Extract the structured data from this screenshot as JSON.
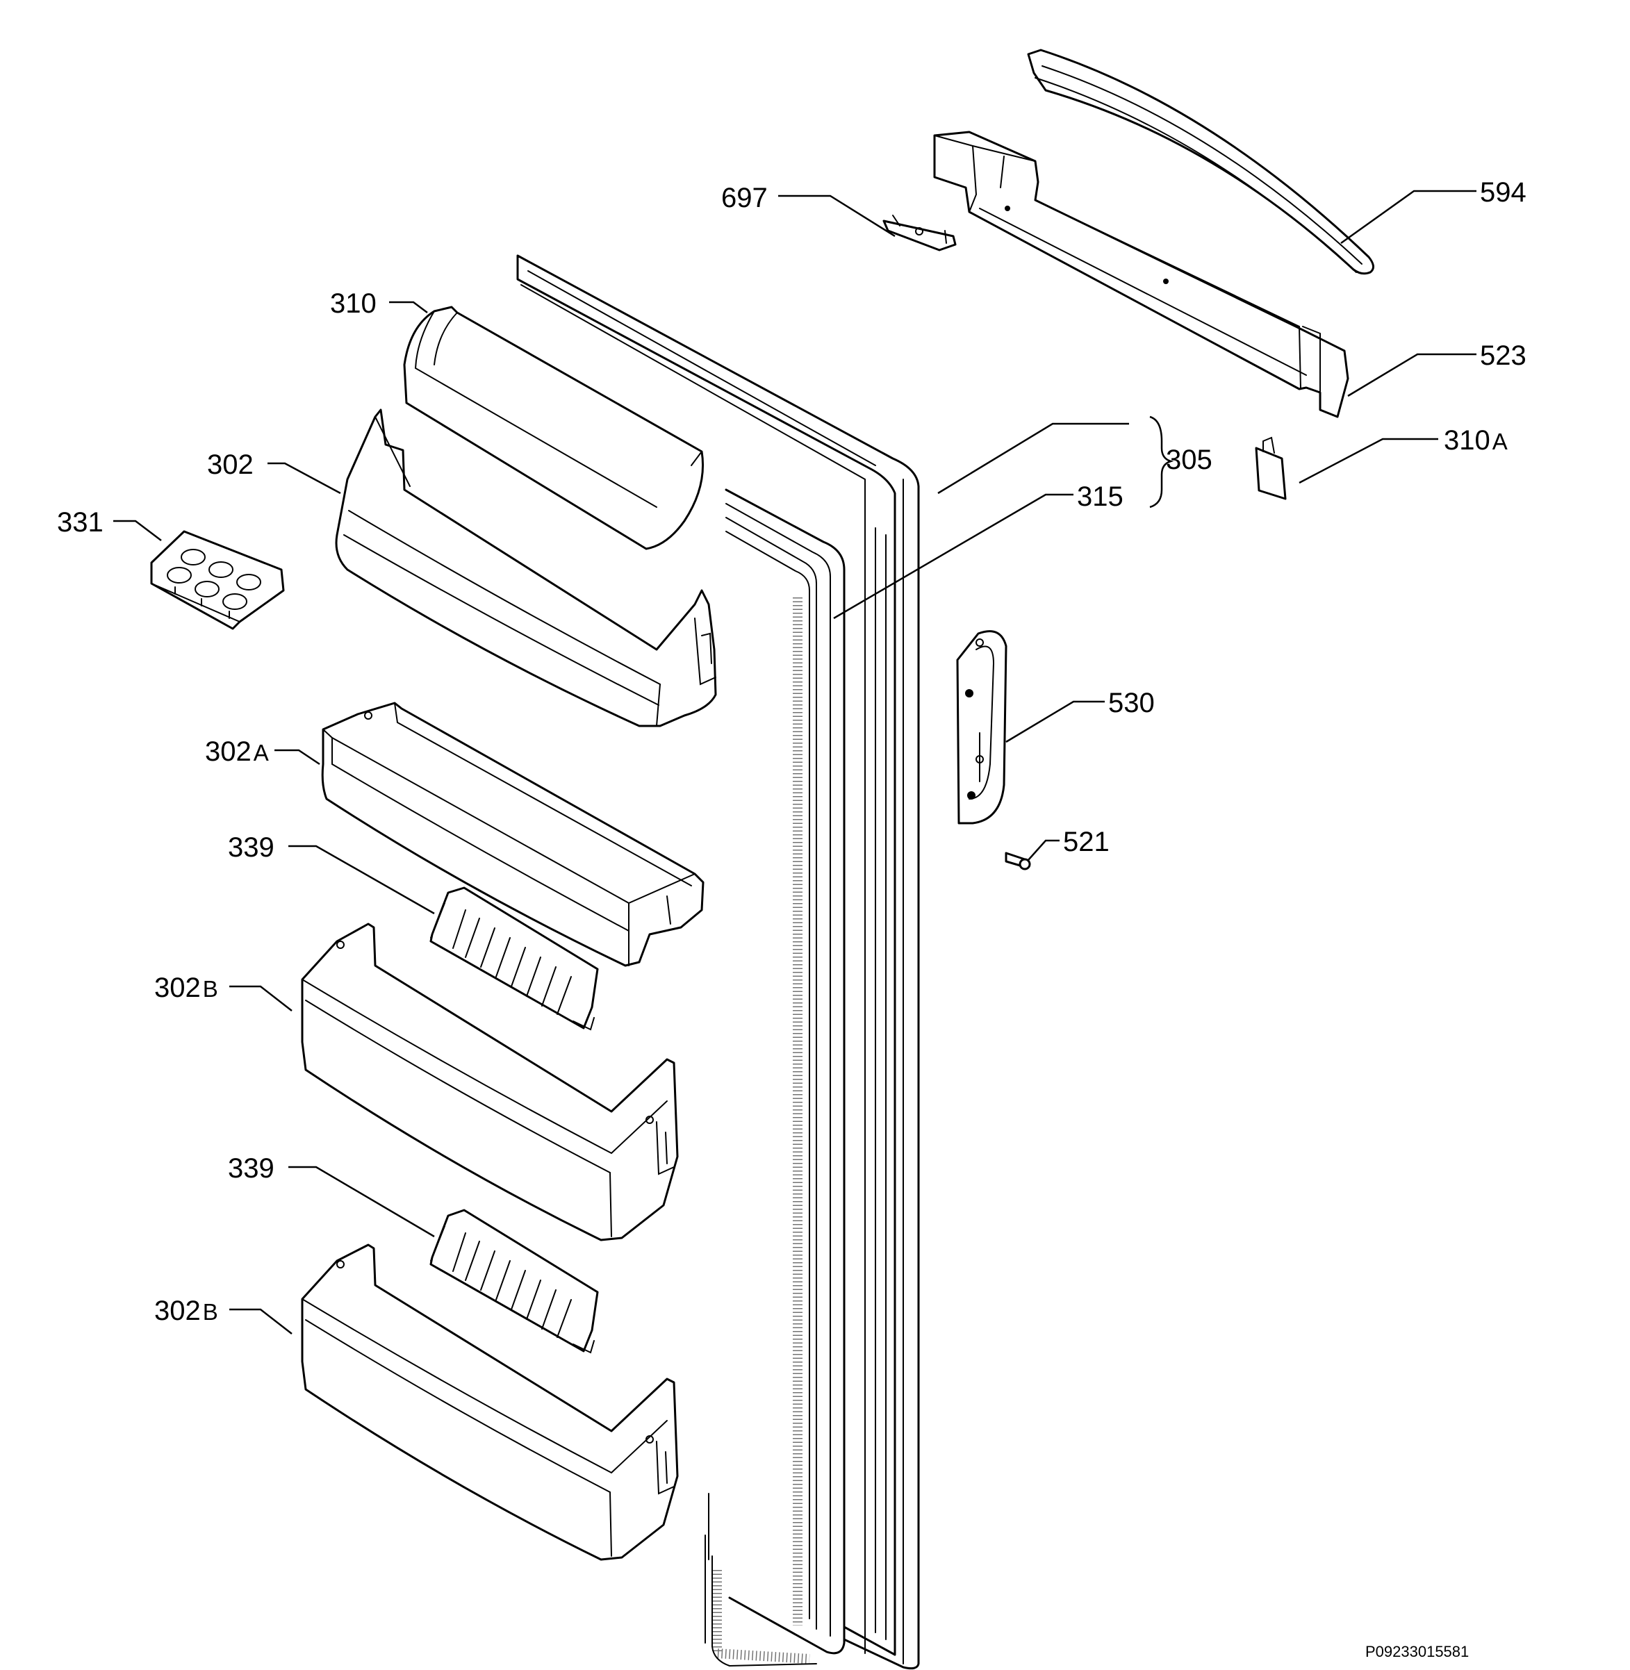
{
  "diagram": {
    "drawing_code": "P09233015581",
    "callouts": [
      {
        "id": "594",
        "number": "594",
        "suffix": ""
      },
      {
        "id": "697",
        "number": "697",
        "suffix": ""
      },
      {
        "id": "523",
        "number": "523",
        "suffix": ""
      },
      {
        "id": "310",
        "number": "310",
        "suffix": ""
      },
      {
        "id": "310a",
        "number": "310",
        "suffix": "A"
      },
      {
        "id": "305",
        "number": "305",
        "suffix": ""
      },
      {
        "id": "315",
        "number": "315",
        "suffix": ""
      },
      {
        "id": "302",
        "number": "302",
        "suffix": ""
      },
      {
        "id": "331",
        "number": "331",
        "suffix": ""
      },
      {
        "id": "530",
        "number": "530",
        "suffix": ""
      },
      {
        "id": "302a",
        "number": "302",
        "suffix": "A"
      },
      {
        "id": "521",
        "number": "521",
        "suffix": ""
      },
      {
        "id": "339-upper",
        "number": "339",
        "suffix": ""
      },
      {
        "id": "302b-upper",
        "number": "302",
        "suffix": "B"
      },
      {
        "id": "339-lower",
        "number": "339",
        "suffix": ""
      },
      {
        "id": "302b-lower",
        "number": "302",
        "suffix": "B"
      }
    ]
  }
}
